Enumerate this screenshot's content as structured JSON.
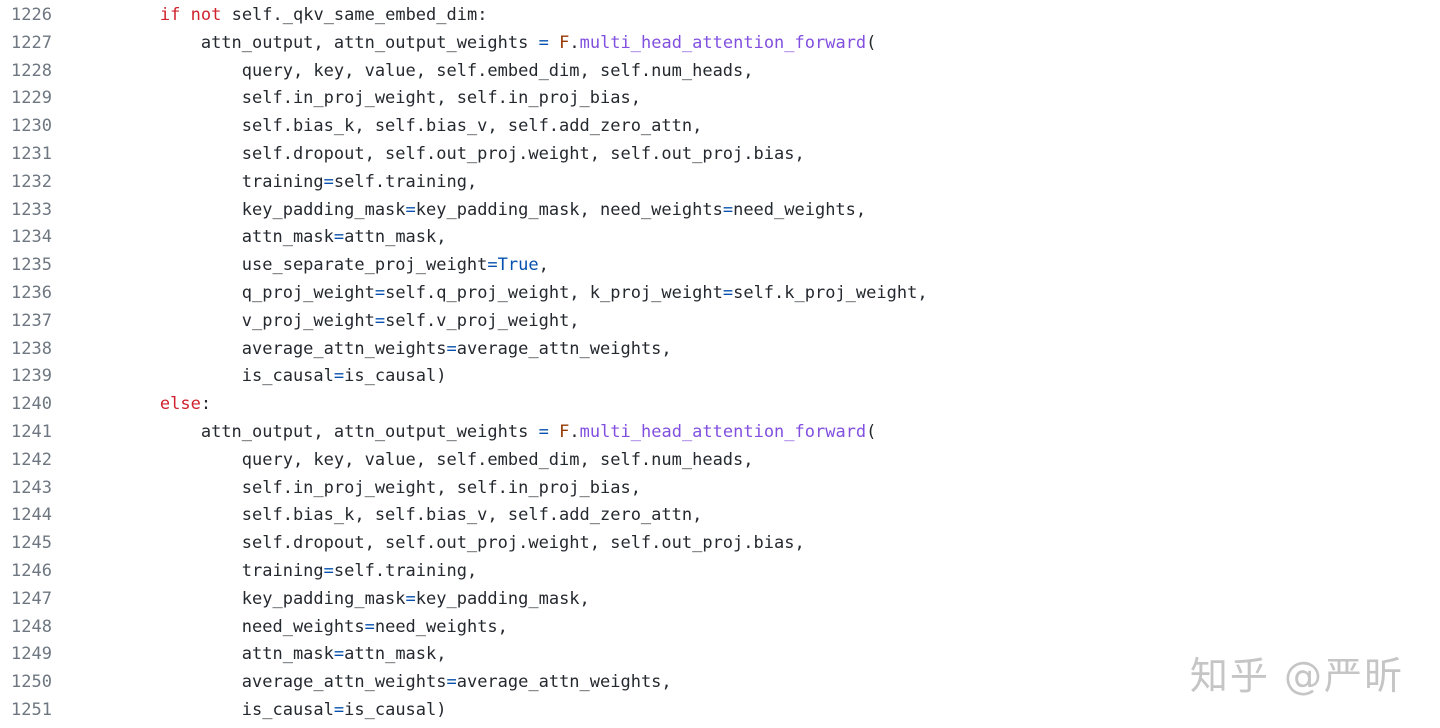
{
  "editor": {
    "indent_unit": "    ",
    "lines": [
      {
        "n": "1226",
        "indent": 2,
        "tokens": [
          [
            "kw",
            "if"
          ],
          [
            "t",
            " "
          ],
          [
            "kw",
            "not"
          ],
          [
            "t",
            " self._qkv_same_embed_dim:"
          ]
        ]
      },
      {
        "n": "1227",
        "indent": 3,
        "tokens": [
          [
            "t",
            "attn_output, attn_output_weights "
          ],
          [
            "op",
            "="
          ],
          [
            "t",
            " "
          ],
          [
            "obj",
            "F"
          ],
          [
            "t",
            "."
          ],
          [
            "fn",
            "multi_head_attention_forward"
          ],
          [
            "t",
            "("
          ]
        ]
      },
      {
        "n": "1228",
        "indent": 4,
        "tokens": [
          [
            "t",
            "query, key, value, self.embed_dim, self.num_heads,"
          ]
        ]
      },
      {
        "n": "1229",
        "indent": 4,
        "tokens": [
          [
            "t",
            "self.in_proj_weight, self.in_proj_bias,"
          ]
        ]
      },
      {
        "n": "1230",
        "indent": 4,
        "tokens": [
          [
            "t",
            "self.bias_k, self.bias_v, self.add_zero_attn,"
          ]
        ]
      },
      {
        "n": "1231",
        "indent": 4,
        "tokens": [
          [
            "t",
            "self.dropout, self.out_proj.weight, self.out_proj.bias,"
          ]
        ]
      },
      {
        "n": "1232",
        "indent": 4,
        "tokens": [
          [
            "t",
            "training"
          ],
          [
            "op",
            "="
          ],
          [
            "t",
            "self.training,"
          ]
        ]
      },
      {
        "n": "1233",
        "indent": 4,
        "tokens": [
          [
            "t",
            "key_padding_mask"
          ],
          [
            "op",
            "="
          ],
          [
            "t",
            "key_padding_mask, need_weights"
          ],
          [
            "op",
            "="
          ],
          [
            "t",
            "need_weights,"
          ]
        ]
      },
      {
        "n": "1234",
        "indent": 4,
        "tokens": [
          [
            "t",
            "attn_mask"
          ],
          [
            "op",
            "="
          ],
          [
            "t",
            "attn_mask,"
          ]
        ]
      },
      {
        "n": "1235",
        "indent": 4,
        "tokens": [
          [
            "t",
            "use_separate_proj_weight"
          ],
          [
            "op",
            "="
          ],
          [
            "const",
            "True"
          ],
          [
            "t",
            ","
          ]
        ]
      },
      {
        "n": "1236",
        "indent": 4,
        "tokens": [
          [
            "t",
            "q_proj_weight"
          ],
          [
            "op",
            "="
          ],
          [
            "t",
            "self.q_proj_weight, k_proj_weight"
          ],
          [
            "op",
            "="
          ],
          [
            "t",
            "self.k_proj_weight,"
          ]
        ]
      },
      {
        "n": "1237",
        "indent": 4,
        "tokens": [
          [
            "t",
            "v_proj_weight"
          ],
          [
            "op",
            "="
          ],
          [
            "t",
            "self.v_proj_weight,"
          ]
        ]
      },
      {
        "n": "1238",
        "indent": 4,
        "tokens": [
          [
            "t",
            "average_attn_weights"
          ],
          [
            "op",
            "="
          ],
          [
            "t",
            "average_attn_weights,"
          ]
        ]
      },
      {
        "n": "1239",
        "indent": 4,
        "tokens": [
          [
            "t",
            "is_causal"
          ],
          [
            "op",
            "="
          ],
          [
            "t",
            "is_causal)"
          ]
        ]
      },
      {
        "n": "1240",
        "indent": 2,
        "tokens": [
          [
            "kw",
            "else"
          ],
          [
            "t",
            ":"
          ]
        ]
      },
      {
        "n": "1241",
        "indent": 3,
        "tokens": [
          [
            "t",
            "attn_output, attn_output_weights "
          ],
          [
            "op",
            "="
          ],
          [
            "t",
            " "
          ],
          [
            "obj",
            "F"
          ],
          [
            "t",
            "."
          ],
          [
            "fn",
            "multi_head_attention_forward"
          ],
          [
            "t",
            "("
          ]
        ]
      },
      {
        "n": "1242",
        "indent": 4,
        "tokens": [
          [
            "t",
            "query, key, value, self.embed_dim, self.num_heads,"
          ]
        ]
      },
      {
        "n": "1243",
        "indent": 4,
        "tokens": [
          [
            "t",
            "self.in_proj_weight, self.in_proj_bias,"
          ]
        ]
      },
      {
        "n": "1244",
        "indent": 4,
        "tokens": [
          [
            "t",
            "self.bias_k, self.bias_v, self.add_zero_attn,"
          ]
        ]
      },
      {
        "n": "1245",
        "indent": 4,
        "tokens": [
          [
            "t",
            "self.dropout, self.out_proj.weight, self.out_proj.bias,"
          ]
        ]
      },
      {
        "n": "1246",
        "indent": 4,
        "tokens": [
          [
            "t",
            "training"
          ],
          [
            "op",
            "="
          ],
          [
            "t",
            "self.training,"
          ]
        ]
      },
      {
        "n": "1247",
        "indent": 4,
        "tokens": [
          [
            "t",
            "key_padding_mask"
          ],
          [
            "op",
            "="
          ],
          [
            "t",
            "key_padding_mask,"
          ]
        ]
      },
      {
        "n": "1248",
        "indent": 4,
        "tokens": [
          [
            "t",
            "need_weights"
          ],
          [
            "op",
            "="
          ],
          [
            "t",
            "need_weights,"
          ]
        ]
      },
      {
        "n": "1249",
        "indent": 4,
        "tokens": [
          [
            "t",
            "attn_mask"
          ],
          [
            "op",
            "="
          ],
          [
            "t",
            "attn_mask,"
          ]
        ]
      },
      {
        "n": "1250",
        "indent": 4,
        "tokens": [
          [
            "t",
            "average_attn_weights"
          ],
          [
            "op",
            "="
          ],
          [
            "t",
            "average_attn_weights,"
          ]
        ]
      },
      {
        "n": "1251",
        "indent": 4,
        "tokens": [
          [
            "t",
            "is_causal"
          ],
          [
            "op",
            "="
          ],
          [
            "t",
            "is_causal)"
          ]
        ]
      }
    ]
  },
  "watermark": {
    "text": "知乎 @严昕"
  },
  "colors": {
    "keyword": "#cf222e",
    "constant": "#0550ae",
    "function": "#8250df",
    "operator": "#0550ae",
    "object": "#953800",
    "line_number": "#6e7781",
    "text": "#24292f"
  }
}
